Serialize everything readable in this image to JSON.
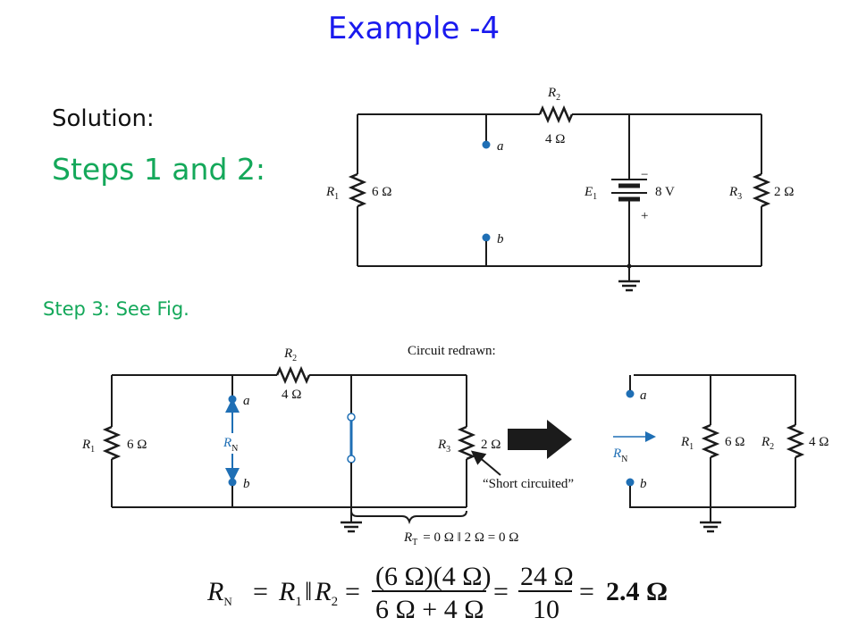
{
  "slide": {
    "title": "Example -4",
    "solution": "Solution:",
    "steps12": "Steps 1 and 2:",
    "step3": "Step 3: See Fig."
  },
  "fig1": {
    "r2_name": "R",
    "r2_sub": "2",
    "r2_val": "4 Ω",
    "r1_name": "R",
    "r1_sub": "1",
    "r1_val": "6 Ω",
    "r3_name": "R",
    "r3_sub": "3",
    "r3_val": "2 Ω",
    "e1_name": "E",
    "e1_sub": "1",
    "e1_val": "8 V",
    "minus": "−",
    "plus": "+",
    "a": "a",
    "b": "b"
  },
  "fig2": {
    "caption": "Circuit redrawn:",
    "r2_name": "R",
    "r2_sub": "2",
    "r2_val": "4 Ω",
    "r1_name": "R",
    "r1_sub": "1",
    "r1_val": "6 Ω",
    "r3_name": "R",
    "r3_sub": "3",
    "r3_val": "2 Ω",
    "a": "a",
    "b": "b",
    "rn_name": "R",
    "rn_sub": "N",
    "short_label": "“Short circuited”",
    "rt_name": "R",
    "rt_sub": "T",
    "rt_expr": "= 0 Ω ‖ 2 Ω = 0 Ω"
  },
  "fig3": {
    "a": "a",
    "b": "b",
    "rn_name": "R",
    "rn_sub": "N",
    "r1_name": "R",
    "r1_sub": "1",
    "r1_val": "6 Ω",
    "r2_name": "R",
    "r2_sub": "2",
    "r2_val": "4 Ω"
  },
  "equation": {
    "lhs_name": "R",
    "lhs_sub": "N",
    "eq1": "=",
    "r1": "R",
    "r1_sub": "1",
    "par": "‖",
    "r2": "R",
    "r2_sub": "2",
    "eq2": "=",
    "num1": "(6 Ω)(4 Ω)",
    "den1": "6 Ω + 4 Ω",
    "eq3": "=",
    "num2": "24 Ω",
    "den2": "10",
    "eq4": "=",
    "result": "2.4 Ω"
  }
}
